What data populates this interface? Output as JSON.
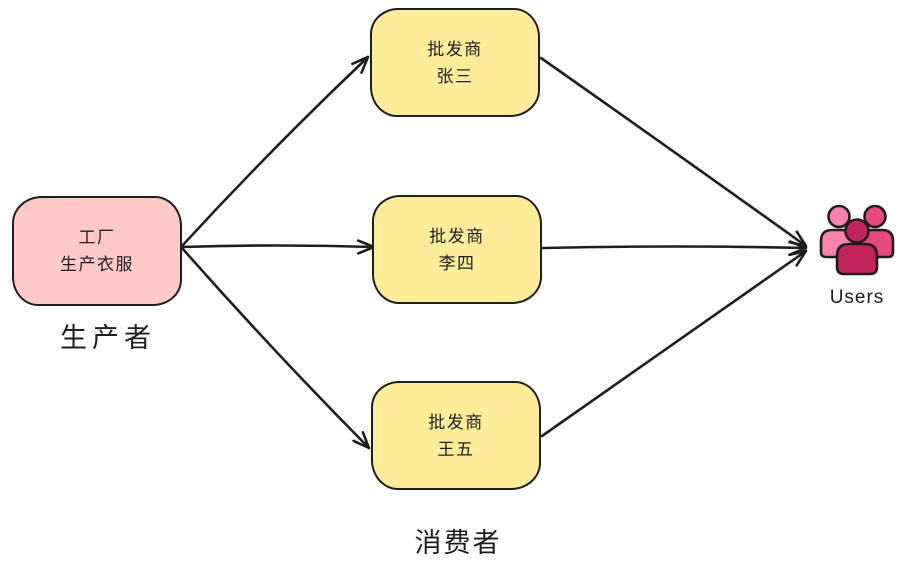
{
  "diagram": {
    "producer": {
      "line1": "工厂",
      "line2": "生产衣服",
      "caption": "生产者"
    },
    "wholesalers": [
      {
        "role": "批发商",
        "name": "张三"
      },
      {
        "role": "批发商",
        "name": "李四"
      },
      {
        "role": "批发商",
        "name": "王五"
      }
    ],
    "consumers_caption": "消费者",
    "users": {
      "label": "Users"
    },
    "colors": {
      "producer_fill": "#ffc9c9",
      "wholesaler_fill": "#ffec99",
      "stroke": "#1e1e1e",
      "user_back_left": "#f783ac",
      "user_back_right": "#e64980",
      "user_front": "#c2255c"
    }
  }
}
